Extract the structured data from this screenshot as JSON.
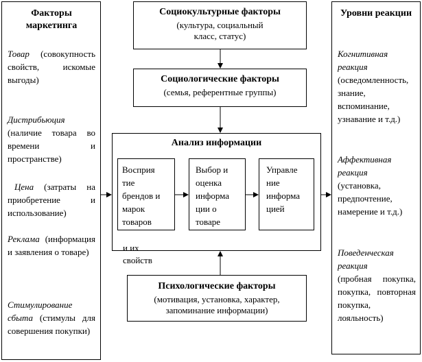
{
  "left": {
    "title": "Факторы маркетинга",
    "items": [
      {
        "name": "Товар",
        "desc": "(совокупность свойств, искомые выгоды)"
      },
      {
        "name": "Дистрибьюция",
        "desc": "(наличие товара во времени и пространстве)"
      },
      {
        "name": "Цена",
        "desc": "(затраты на приобретение и использование)"
      },
      {
        "name": "Реклама",
        "desc": "(информация и заявления о товаре)"
      },
      {
        "name": "Стимулирование сбыта",
        "desc": "(стимулы для совершения покупки)"
      }
    ]
  },
  "right": {
    "title": "Уровни реакции",
    "items": [
      {
        "name": "Когнитивная реакция",
        "desc": "(осведомленность, знание, вспоминание, узнавание и т.д.)"
      },
      {
        "name": "Аффективная реакция",
        "desc": "(установка, предпочтение, намерение и т.д.)"
      },
      {
        "name": "Поведенческая реакция",
        "desc": "(пробная покупка, покупка, повторная покупка, лояльность)"
      }
    ]
  },
  "sociocultural": {
    "title": "Социокультурные факторы",
    "desc": "(культура, социальный класс, статус)"
  },
  "sociological": {
    "title": "Социологические факторы",
    "desc": "(семья, референтные группы)"
  },
  "analysis": {
    "title": "Анализ информации",
    "steps": [
      "Восприя тие брендов и марок товаров",
      "Выбор и оценка информа ции о товаре",
      "Управле ние информа цией"
    ],
    "overflow": "и их свойств"
  },
  "psychological": {
    "title": "Психологические факторы",
    "desc": "(мотивация, установка, характер, запоминание информации)"
  }
}
